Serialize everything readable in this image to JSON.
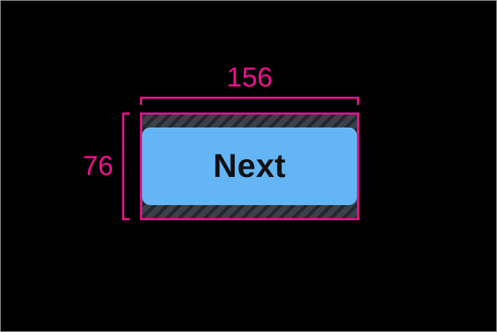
{
  "canvas": {
    "description": "layout measurement overlay on black background"
  },
  "annotations": {
    "width_label": "156",
    "height_label": "76"
  },
  "button": {
    "label": "Next"
  },
  "colors": {
    "accent": "#ee0f90",
    "button_fill": "#64b5f6",
    "button_text": "#101114",
    "hatch_field": "#3a4149",
    "hatch_stripe": "#23282e",
    "canvas_bg": "#000000",
    "frame_border": "#a8a8a8"
  }
}
